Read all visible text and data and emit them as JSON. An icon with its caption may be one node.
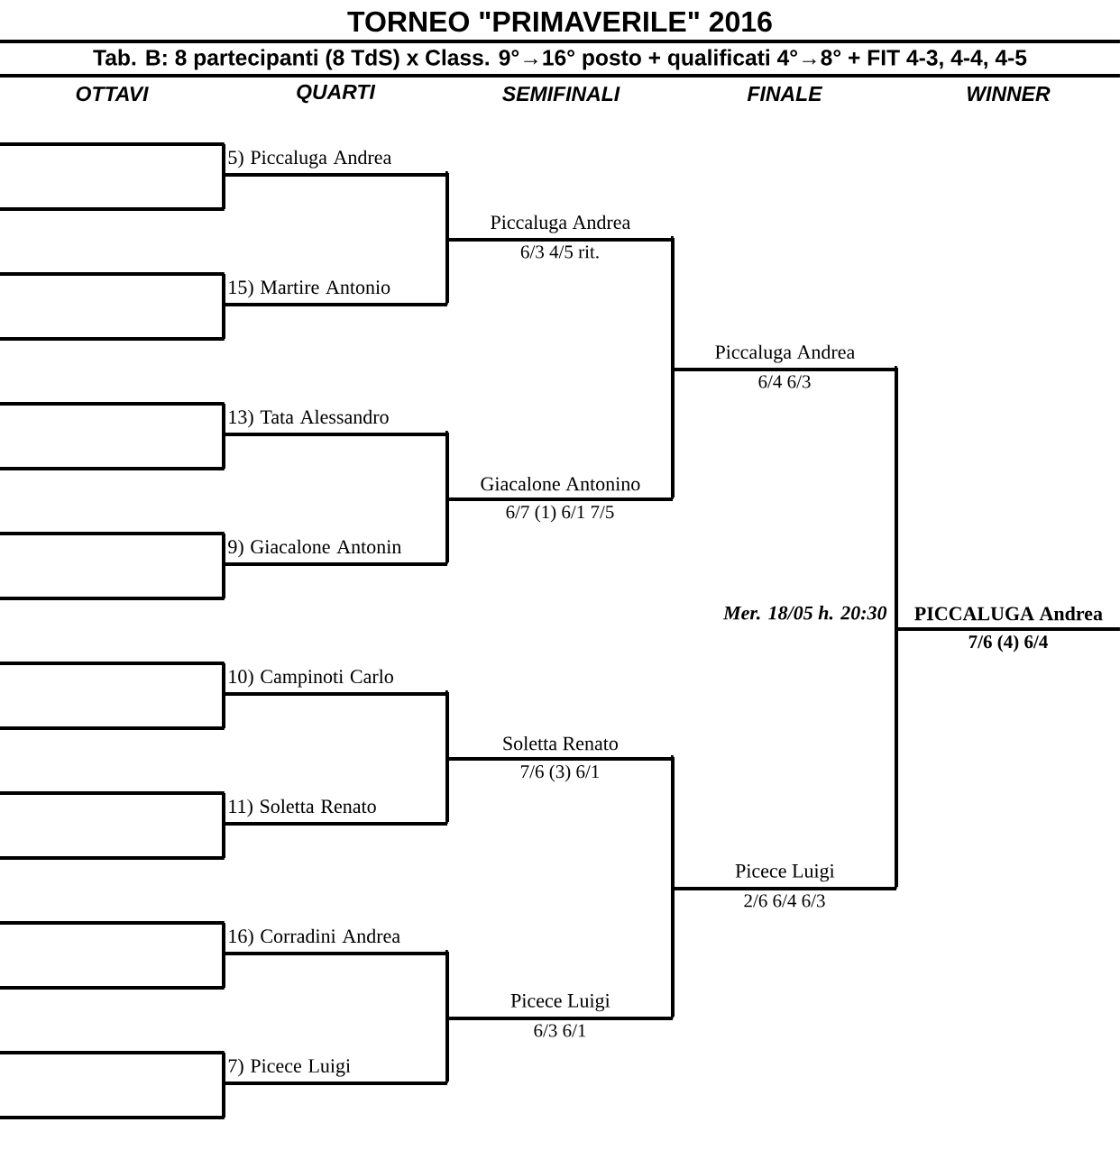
{
  "diagram": {
    "title": "TORNEO  \"PRIMAVERILE\"  2016",
    "nodes": [
      {
        "text": [],
        "shape": "line"
      },
      {
        "text": [],
        "shape": "line"
      },
      {
        "text": [],
        "shape": "line"
      },
      {
        "text": [],
        "shape": "line"
      },
      {
        "text": [],
        "shape": "line"
      },
      {
        "text": [],
        "shape": "line"
      },
      {
        "text": [],
        "shape": "line"
      },
      {
        "text": [],
        "shape": "line"
      },
      {
        "text": [],
        "shape": "line"
      },
      {
        "text": [],
        "shape": "line"
      },
      {
        "text": [],
        "shape": "line"
      },
      {
        "text": [],
        "shape": "line"
      },
      {
        "text": [],
        "shape": "line"
      },
      {
        "text": [],
        "shape": "line"
      },
      {
        "text": [],
        "shape": "line"
      },
      {
        "text": [],
        "shape": "line"
      },
      {
        "text": [
          "5) Piccaluga Andrea"
        ]
      },
      {
        "text": [
          "15) Martire Antonio"
        ]
      },
      {
        "text": [
          "13) Tata Alessandro"
        ]
      },
      {
        "text": [
          "9) Giacalone Antonin"
        ]
      },
      {
        "text": [
          "10) Campinoti Carlo"
        ]
      },
      {
        "text": [
          "11) Soletta Renato"
        ]
      },
      {
        "text": [
          "16) Corradini Andrea"
        ]
      },
      {
        "text": [
          "7) Picece Luigi"
        ]
      },
      {
        "text": [
          "Piccaluga Andrea",
          "6/3  4/5 rit."
        ]
      },
      {
        "text": [
          "Giacalone Antonino",
          "6/7 (1)  6/1  7/5"
        ]
      },
      {
        "text": [
          "Soletta Renato",
          "7/6 (3)  6/1"
        ]
      },
      {
        "text": [
          "Picece Luigi",
          "6/3  6/1"
        ]
      },
      {
        "text": [
          "Piccaluga Andrea",
          "6/4  6/3"
        ]
      },
      {
        "text": [
          "Picece Luigi",
          "2/6  6/4  6/3"
        ]
      },
      {
        "text": [
          "PICCALUGA Andrea",
          "7/6 (4)  6/4"
        ]
      }
    ],
    "edges": [
      {
        "from": 0,
        "to": 16,
        "arrow": "none"
      },
      {
        "from": 1,
        "to": 16,
        "arrow": "none"
      },
      {
        "from": 2,
        "to": 17,
        "arrow": "none"
      },
      {
        "from": 3,
        "to": 17,
        "arrow": "none"
      },
      {
        "from": 4,
        "to": 18,
        "arrow": "none"
      },
      {
        "from": 5,
        "to": 18,
        "arrow": "none"
      },
      {
        "from": 6,
        "to": 19,
        "arrow": "none"
      },
      {
        "from": 7,
        "to": 19,
        "arrow": "none"
      },
      {
        "from": 8,
        "to": 20,
        "arrow": "none"
      },
      {
        "from": 9,
        "to": 20,
        "arrow": "none"
      },
      {
        "from": 10,
        "to": 21,
        "arrow": "none"
      },
      {
        "from": 11,
        "to": 21,
        "arrow": "none"
      },
      {
        "from": 12,
        "to": 22,
        "arrow": "none"
      },
      {
        "from": 13,
        "to": 22,
        "arrow": "none"
      },
      {
        "from": 14,
        "to": 23,
        "arrow": "none"
      },
      {
        "from": 15,
        "to": 23,
        "arrow": "none"
      },
      {
        "from": 16,
        "to": 24,
        "arrow": "none"
      },
      {
        "from": 17,
        "to": 24,
        "arrow": "none"
      },
      {
        "from": 18,
        "to": 25,
        "arrow": "none"
      },
      {
        "from": 19,
        "to": 25,
        "arrow": "none"
      },
      {
        "from": 20,
        "to": 26,
        "arrow": "none"
      },
      {
        "from": 21,
        "to": 26,
        "arrow": "none"
      },
      {
        "from": 22,
        "to": 27,
        "arrow": "none"
      },
      {
        "from": 23,
        "to": 27,
        "arrow": "none"
      },
      {
        "from": 24,
        "to": 28,
        "arrow": "none"
      },
      {
        "from": 25,
        "to": 28,
        "arrow": "none"
      },
      {
        "from": 26,
        "to": 29,
        "arrow": "none"
      },
      {
        "from": 27,
        "to": 29,
        "arrow": "none"
      },
      {
        "from": 28,
        "to": 30,
        "arrow": "none"
      },
      {
        "from": 29,
        "to": 30,
        "arrow": "none"
      }
    ],
    "labels": [
      "Tab. B: 8 partecipanti (8 TdS) x Class. 9°→16° posto + qualificati 4°→8° + FIT 4-3, 4-4, 4-5",
      "OTTAVI",
      "QUARTI",
      "SEMIFINALI",
      "FINALE",
      "WINNER",
      "Mer. 18/05 h. 20:30"
    ]
  }
}
